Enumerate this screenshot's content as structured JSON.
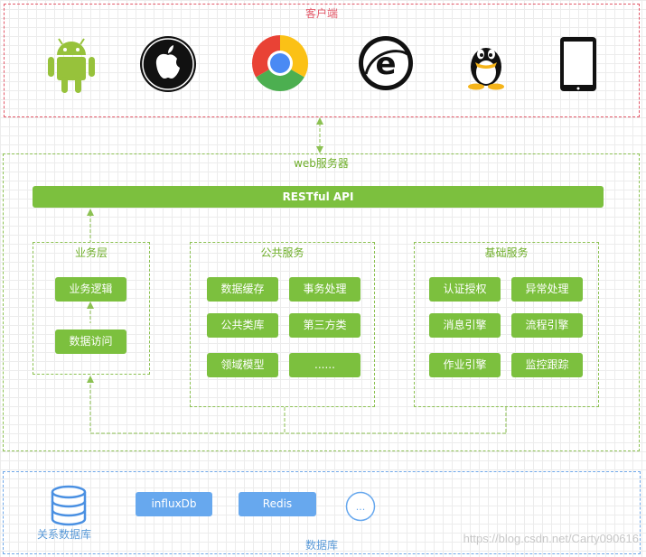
{
  "client": {
    "title": "客户端",
    "icons": [
      "android-icon",
      "apple-icon",
      "chrome-icon",
      "ie-icon",
      "qq-icon",
      "tablet-icon"
    ]
  },
  "web": {
    "title": "web服务器",
    "rest_api": "RESTful API",
    "business": {
      "title": "业务层",
      "items": [
        "业务逻辑",
        "数据访问"
      ]
    },
    "public": {
      "title": "公共服务",
      "items": [
        "数据缓存",
        "事务处理",
        "公共类库",
        "第三方类",
        "领域模型",
        "......"
      ]
    },
    "base": {
      "title": "基础服务",
      "items": [
        "认证授权",
        "异常处理",
        "消息引擎",
        "流程引擎",
        "作业引擎",
        "监控跟踪"
      ]
    }
  },
  "database": {
    "title": "数据库",
    "relational_label": "关系数据库",
    "influx": "influxDb",
    "redis": "Redis",
    "more": "..."
  },
  "watermark": "https://blog.csdn.net/Carty090616",
  "colors": {
    "green": "#7cc03e",
    "red_border": "#e35a6a",
    "blue": "#67a8ee"
  }
}
